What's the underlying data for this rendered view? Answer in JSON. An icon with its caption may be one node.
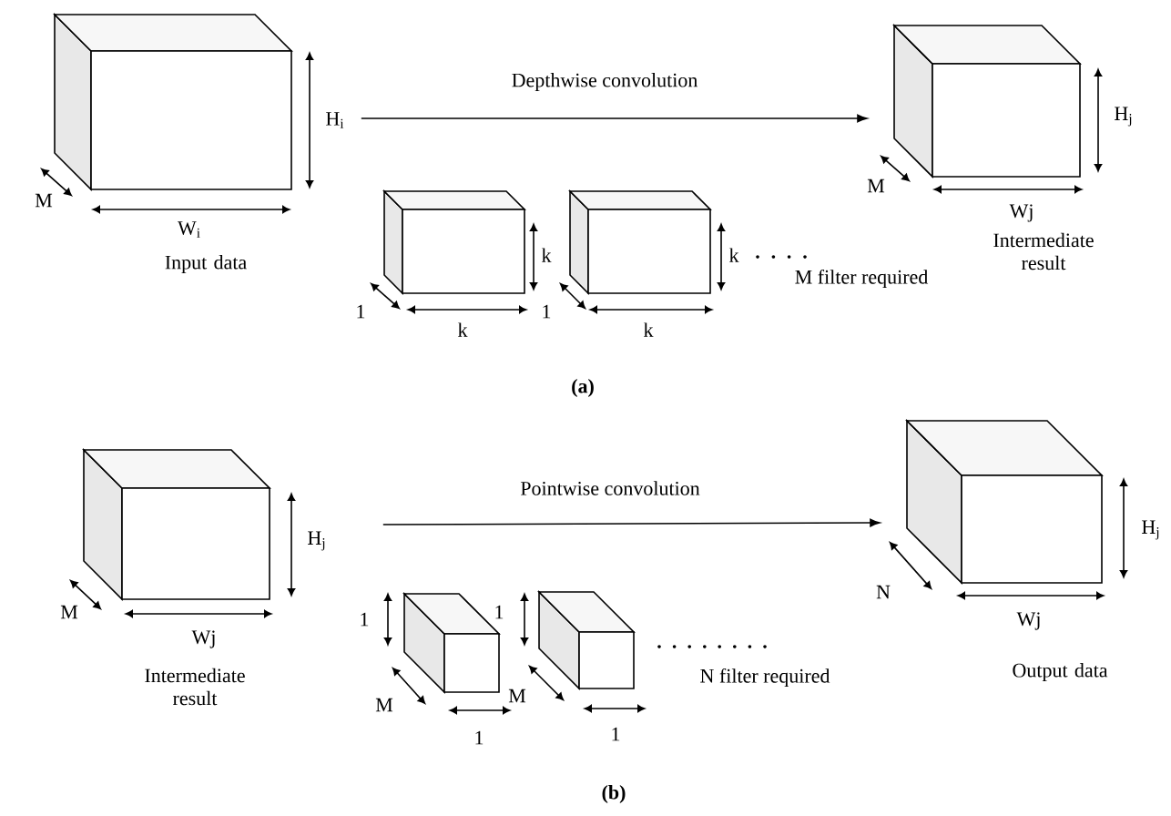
{
  "diagram": {
    "nodes": [
      {
        "text": [],
        "shape": "box",
        "beside": [
          "Input data"
        ]
      },
      {
        "text": [],
        "shape": "box",
        "beside": [
          "Intermediate result"
        ]
      },
      {
        "text": [],
        "shape": "box",
        "beside": [
          "Intermediate result"
        ]
      },
      {
        "text": [],
        "shape": "box",
        "beside": [
          "Output data"
        ]
      }
    ],
    "edges": [
      {
        "from": 0,
        "to": 1,
        "arrow": "to",
        "label": "Depthwise convolution"
      },
      {
        "from": 2,
        "to": 3,
        "arrow": "to",
        "label": "Pointwise convolution"
      }
    ],
    "labels": [
      "H$_{i}$",
      "M",
      "W$_{i}$",
      "H$_{j}$",
      "M",
      "Wj",
      "k",
      "1",
      "k",
      "k",
      "1",
      "k",
      "M filter required",
      "(a)",
      "H$_{j}$",
      "M",
      "Wj",
      "H$_{j}$",
      "N",
      "Wj",
      "1",
      "1",
      "M",
      "1",
      "M",
      "1",
      "N filter required",
      "(b)"
    ]
  }
}
